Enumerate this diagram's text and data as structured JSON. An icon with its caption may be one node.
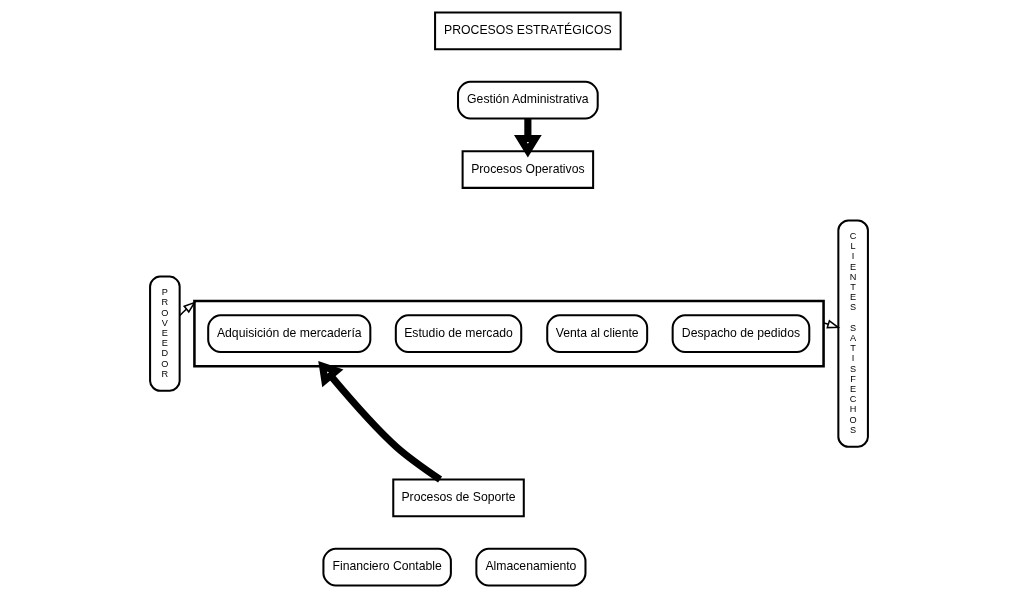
{
  "diagram": {
    "nodes": [
      {
        "text": [
          "PROCESOS ESTRATÉGICOS"
        ]
      },
      {
        "text": [
          "Gestión Administrativa"
        ]
      },
      {
        "text": [
          "Procesos Operativos"
        ]
      },
      {
        "text": [
          "PROVEEDOR"
        ]
      },
      {
        "text": [],
        "shape": "box"
      },
      {
        "text": [
          "Adquisición de mercadería"
        ],
        "in": 4
      },
      {
        "text": [
          "Estudio de mercado"
        ],
        "in": 4
      },
      {
        "text": [
          "Venta al cliente"
        ],
        "in": 4
      },
      {
        "text": [
          "Despacho de pedidos"
        ],
        "in": 4
      },
      {
        "text": [
          "CLIENTES SATISFECHOS"
        ]
      },
      {
        "text": [
          "Procesos de Soporte"
        ]
      },
      {
        "text": [
          "Financiero Contable"
        ]
      },
      {
        "text": [
          "Almacenamiento"
        ]
      }
    ],
    "edges": [
      {
        "from": 1,
        "to": 2,
        "arrow": "to",
        "style": "thick"
      },
      {
        "from": 3,
        "to": 4,
        "arrow": "to"
      },
      {
        "from": 4,
        "to": 9,
        "arrow": "to"
      },
      {
        "from": 10,
        "to": 4,
        "arrow": "to",
        "style": "thick"
      }
    ]
  }
}
